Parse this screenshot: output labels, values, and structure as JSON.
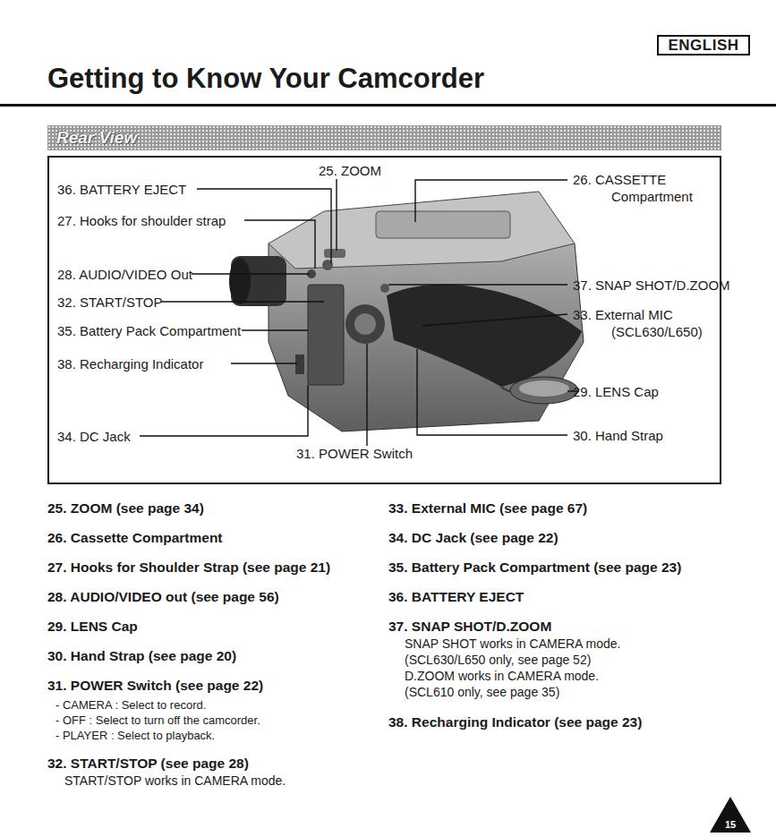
{
  "diagram": {
    "title": "Getting to Know Your Camcorder",
    "nodes": [
      {
        "text": [
          "ENGLISH"
        ]
      },
      {
        "text": [
          "Rear View"
        ]
      },
      {
        "text": [
          "15"
        ]
      }
    ],
    "labels": [
      "25. ZOOM",
      "36. BATTERY EJECT",
      "26. CASSETTE Compartment",
      "27. Hooks for shoulder strap",
      "28. AUDIO/VIDEO Out",
      "37. SNAP SHOT/D.ZOOM",
      "32. START/STOP",
      "33. External MIC (SCL630/L650)",
      "35. Battery Pack Compartment",
      "38. Recharging Indicator",
      "29. LENS Cap",
      "34. DC Jack",
      "30. Hand Strap",
      "31. POWER Switch",
      "25. ZOOM (see page 34)",
      "26. Cassette Compartment",
      "27. Hooks for Shoulder Strap (see page 21)",
      "28. AUDIO/VIDEO out (see page 56)",
      "29. LENS Cap",
      "30. Hand Strap (see page 20)",
      "31. POWER Switch (see page 22)",
      "- CAMERA : Select to record.",
      "- OFF : Select to turn off the camcorder.",
      "- PLAYER : Select to playback.",
      "32. START/STOP (see page 28)",
      "START/STOP works in CAMERA mode.",
      "33. External MIC (see page 67)",
      "34. DC Jack (see page 22)",
      "35. Battery Pack Compartment (see page 23)",
      "36. BATTERY EJECT",
      "37. SNAP SHOT/D.ZOOM",
      "SNAP SHOT works in CAMERA mode.",
      "(SCL630/L650 only, see page 52)",
      "D.ZOOM works in CAMERA mode.",
      "(SCL610 only, see page 35)",
      "38. Recharging Indicator (see page 23)"
    ]
  }
}
